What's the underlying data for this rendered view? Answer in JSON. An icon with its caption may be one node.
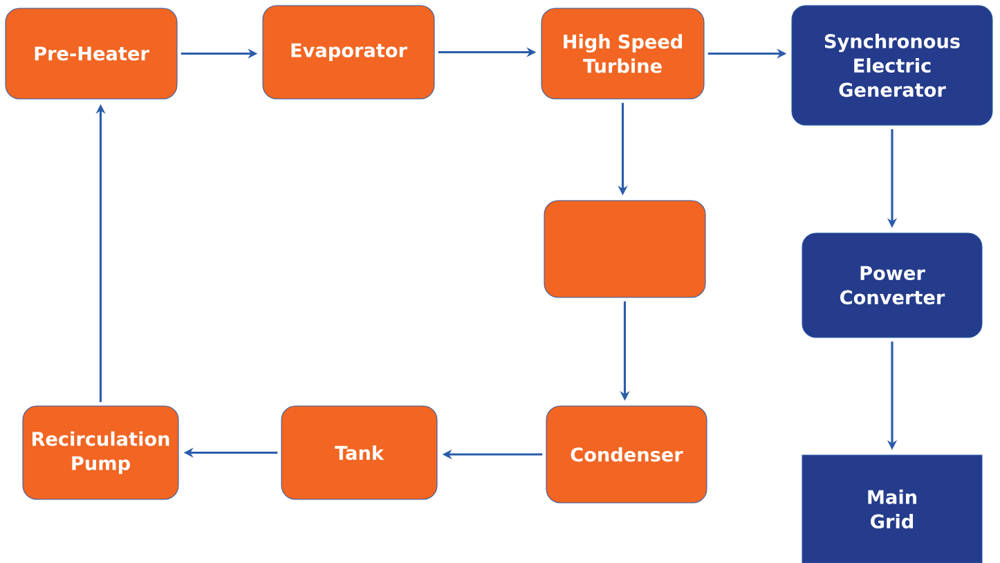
{
  "diagram": {
    "nodes": [
      {
        "text": [
          "Pre-Heater"
        ]
      },
      {
        "text": [
          "Evaporator"
        ]
      },
      {
        "text": [
          "High Speed Turbine"
        ]
      },
      {
        "text": [
          "Synchronous Electric Generator"
        ]
      },
      {
        "text": [],
        "shape": "box"
      },
      {
        "text": [
          "Power Converter"
        ]
      },
      {
        "text": [
          "Recirculation Pump"
        ]
      },
      {
        "text": [
          "Tank"
        ]
      },
      {
        "text": [
          "Condenser"
        ]
      },
      {
        "text": [
          "Main Grid"
        ]
      }
    ],
    "edges": [
      {
        "from": 0,
        "to": 1,
        "arrow": "to"
      },
      {
        "from": 1,
        "to": 2,
        "arrow": "to"
      },
      {
        "from": 2,
        "to": 3,
        "arrow": "to"
      },
      {
        "from": 2,
        "to": 4,
        "arrow": "to"
      },
      {
        "from": 4,
        "to": 8,
        "arrow": "to"
      },
      {
        "from": 8,
        "to": 7,
        "arrow": "to"
      },
      {
        "from": 7,
        "to": 6,
        "arrow": "to"
      },
      {
        "from": 6,
        "to": 0,
        "arrow": "to"
      },
      {
        "from": 3,
        "to": 5,
        "arrow": "to"
      },
      {
        "from": 5,
        "to": 9,
        "arrow": "to"
      }
    ]
  }
}
